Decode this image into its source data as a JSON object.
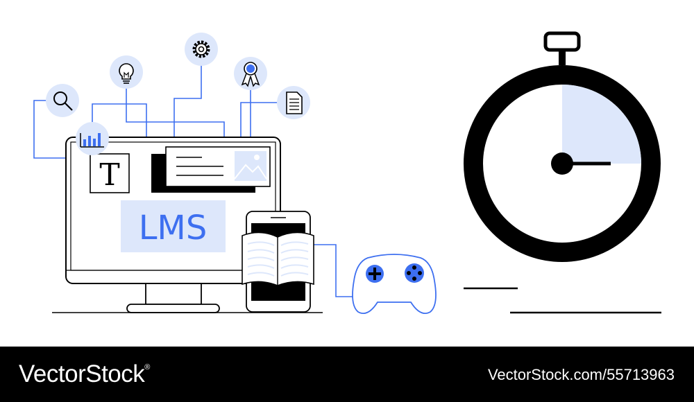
{
  "illustration": {
    "screen_label": "LMS",
    "text_tile_glyph": "T",
    "colors": {
      "accent": "#3d6ff0",
      "accent_light": "#dde7fb",
      "stroke": "#000000",
      "connector": "#3d6ff0"
    },
    "icons": [
      "search-icon",
      "bar-chart-icon",
      "lightbulb-icon",
      "gear-icon",
      "award-ribbon-icon",
      "document-icon",
      "image-icon",
      "book-icon",
      "gamepad-icon",
      "stopwatch-icon"
    ]
  },
  "footer": {
    "brand": "VectorStock",
    "brand_mark": "®",
    "reference": "VectorStock.com/55713963"
  }
}
